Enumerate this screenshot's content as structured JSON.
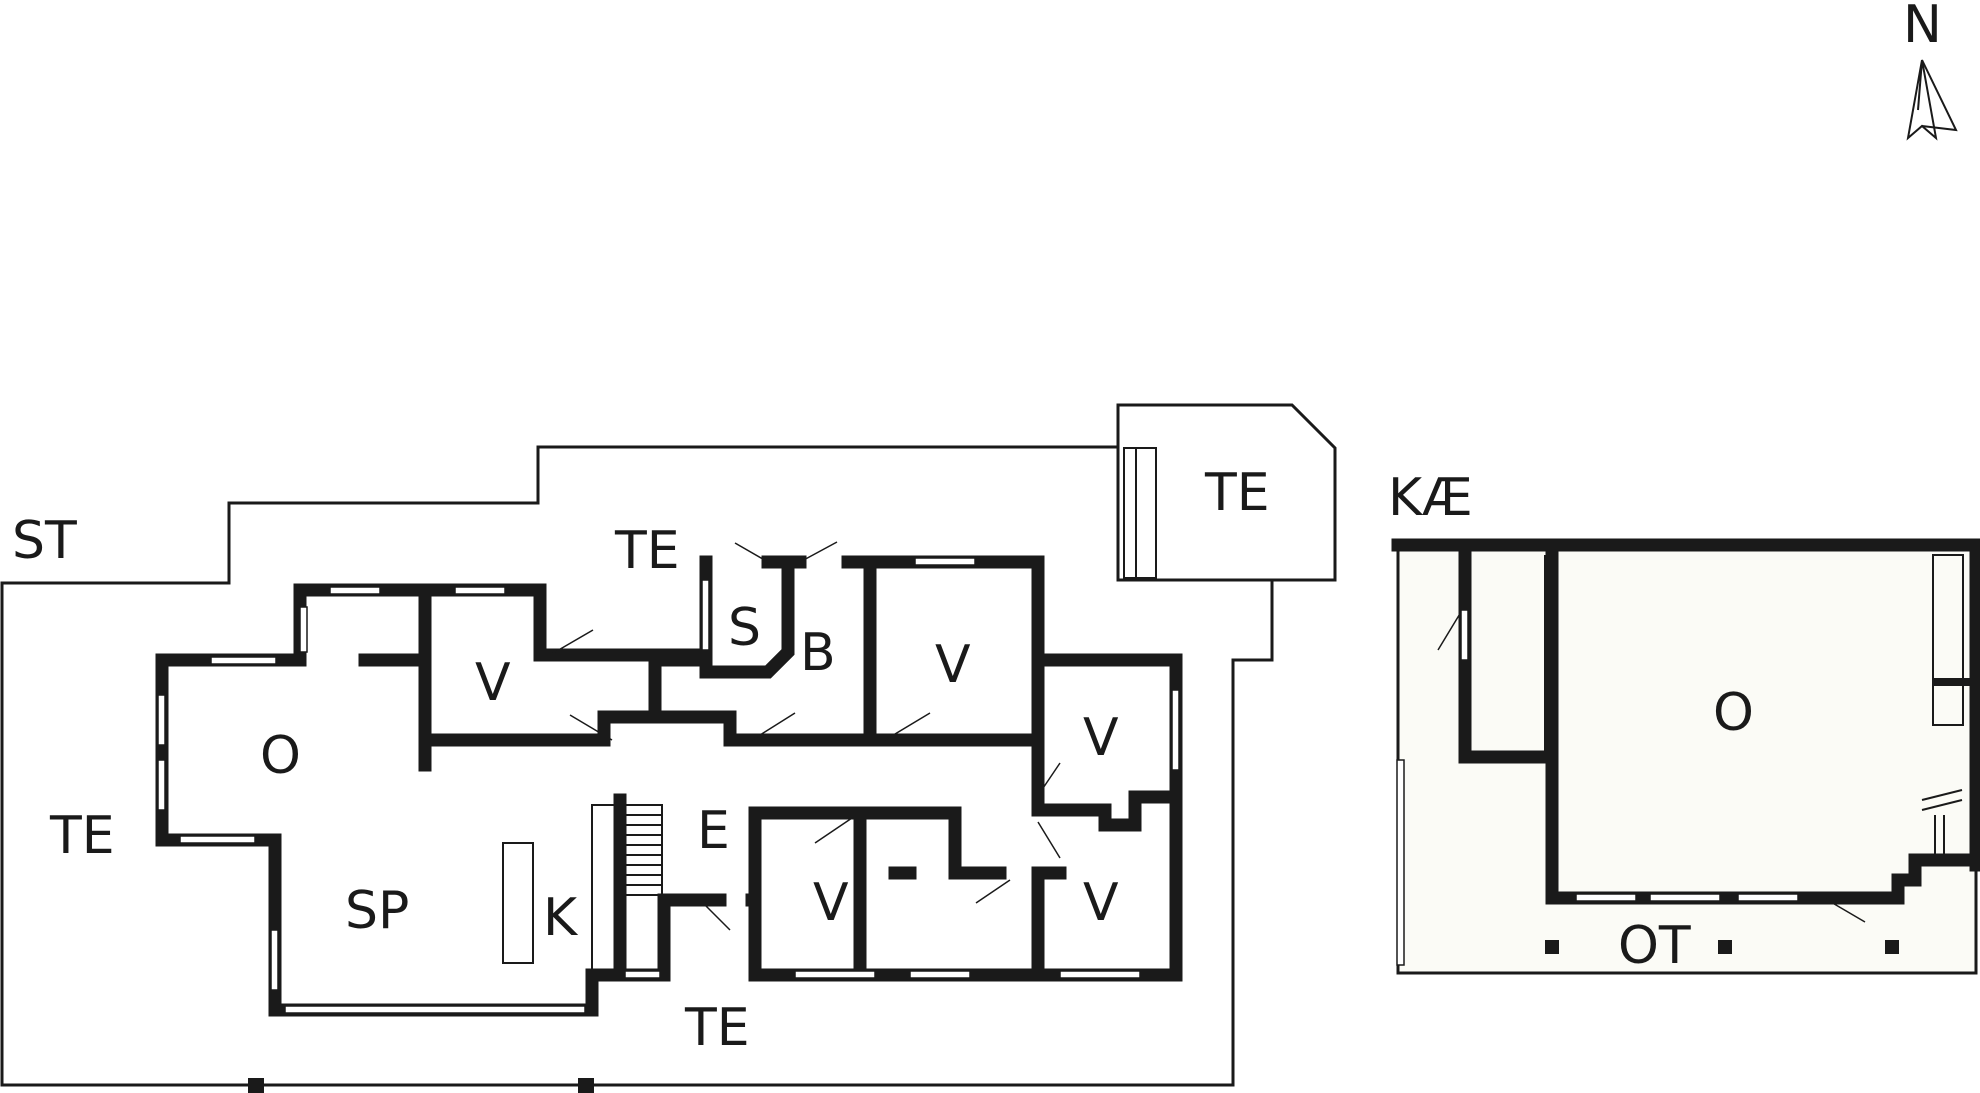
{
  "compass": {
    "label": "N"
  },
  "main_house": {
    "labels": {
      "outdoor_area": "ST",
      "terrace_north": "TE",
      "terrace_northeast": "TE",
      "terrace_west": "TE",
      "terrace_south": "TE",
      "living_room": "O",
      "dining_room": "SP",
      "kitchen": "K",
      "entrance": "E",
      "sauna": "S",
      "bathroom": "B",
      "bedroom_1": "V",
      "bedroom_2": "V",
      "bedroom_3": "V",
      "bedroom_4": "V",
      "bedroom_5": "V"
    }
  },
  "annex": {
    "labels": {
      "title": "KÆ",
      "room": "O",
      "porch": "OT"
    }
  }
}
